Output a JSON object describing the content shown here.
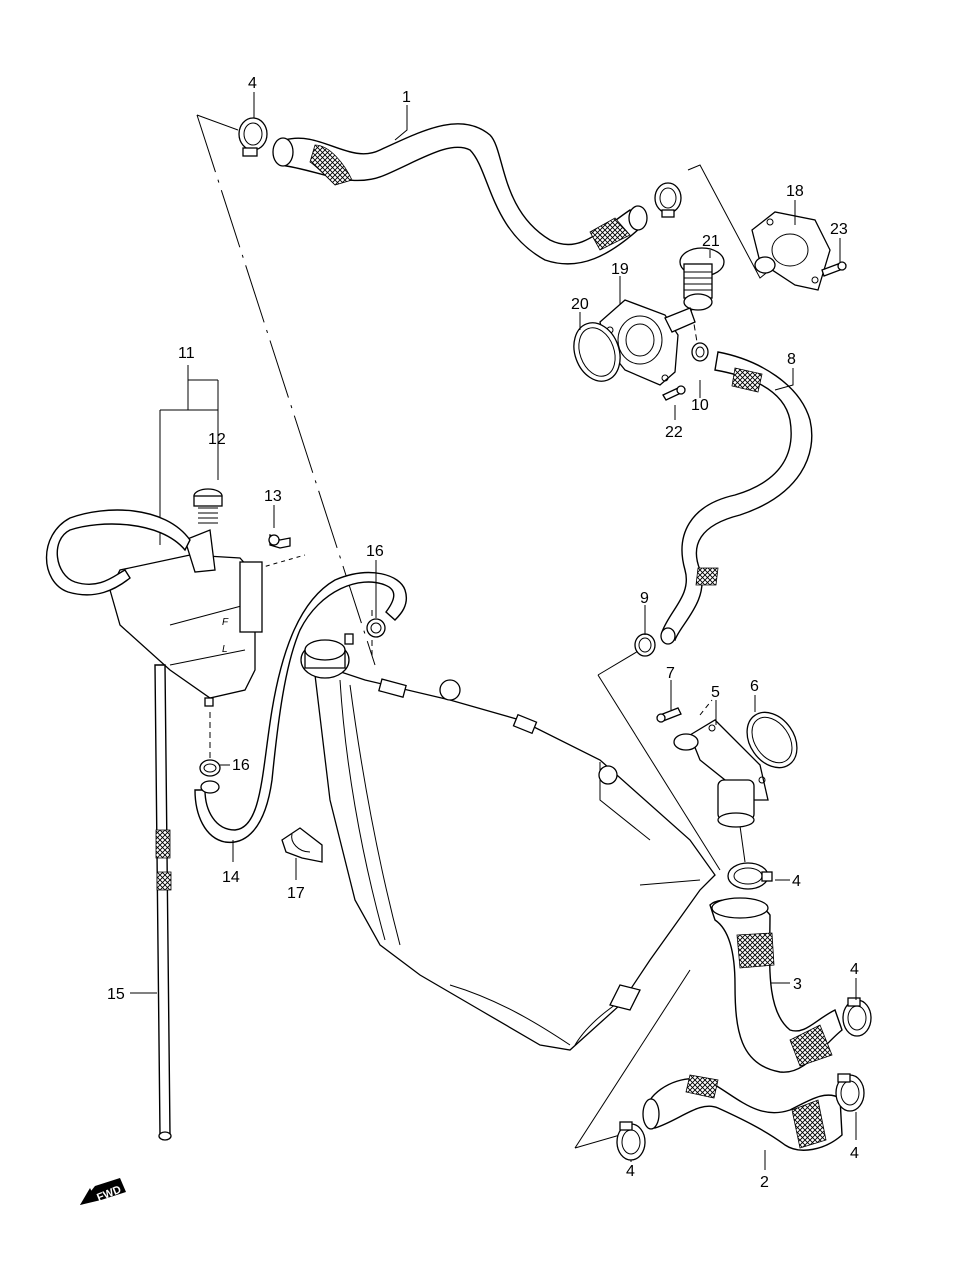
{
  "diagram": {
    "parts": [
      {
        "key": "p1",
        "label": "1"
      },
      {
        "key": "p2",
        "label": "2"
      },
      {
        "key": "p3",
        "label": "3"
      },
      {
        "key": "p4a",
        "label": "4"
      },
      {
        "key": "p4b",
        "label": "4"
      },
      {
        "key": "p4c",
        "label": "4"
      },
      {
        "key": "p4d",
        "label": "4"
      },
      {
        "key": "p4e",
        "label": "4"
      },
      {
        "key": "p5",
        "label": "5"
      },
      {
        "key": "p6",
        "label": "6"
      },
      {
        "key": "p7",
        "label": "7"
      },
      {
        "key": "p8",
        "label": "8"
      },
      {
        "key": "p9",
        "label": "9"
      },
      {
        "key": "p10",
        "label": "10"
      },
      {
        "key": "p11",
        "label": "11"
      },
      {
        "key": "p12",
        "label": "12"
      },
      {
        "key": "p13",
        "label": "13"
      },
      {
        "key": "p14",
        "label": "14"
      },
      {
        "key": "p15",
        "label": "15"
      },
      {
        "key": "p16a",
        "label": "16"
      },
      {
        "key": "p16b",
        "label": "16"
      },
      {
        "key": "p17",
        "label": "17"
      },
      {
        "key": "p18",
        "label": "18"
      },
      {
        "key": "p19",
        "label": "19"
      },
      {
        "key": "p20",
        "label": "20"
      },
      {
        "key": "p21",
        "label": "21"
      },
      {
        "key": "p22",
        "label": "22"
      },
      {
        "key": "p23",
        "label": "23"
      }
    ],
    "tank_marks": {
      "full": "F",
      "low": "L"
    },
    "direction_badge": "FWD"
  }
}
